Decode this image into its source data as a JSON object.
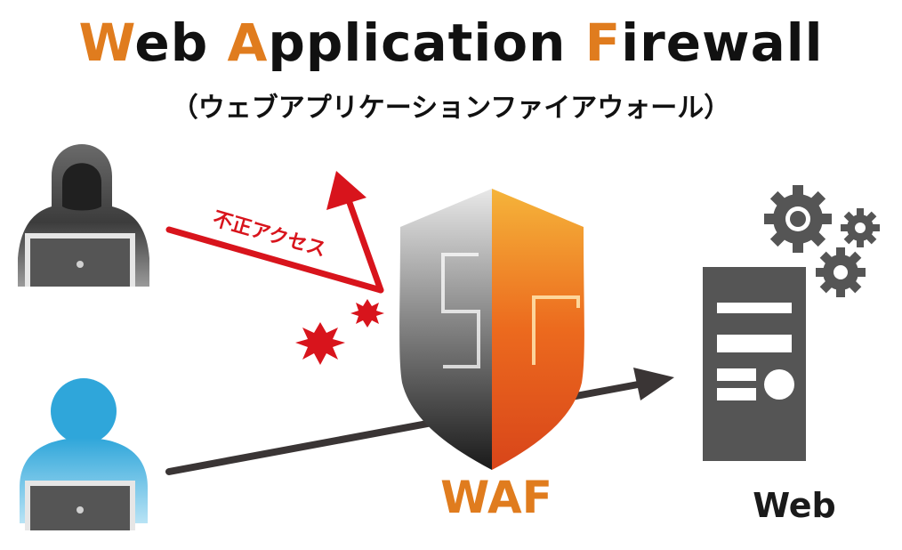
{
  "title": {
    "parts": [
      {
        "text": "W",
        "accent": true
      },
      {
        "text": "eb ",
        "accent": false
      },
      {
        "text": "A",
        "accent": true
      },
      {
        "text": "pplication ",
        "accent": false
      },
      {
        "text": "F",
        "accent": true
      },
      {
        "text": "irewall",
        "accent": false
      }
    ]
  },
  "subtitle": "（ウェブアプリケーションファイアウォール）",
  "attack_label": "不正アクセス",
  "waf_label": "WAF",
  "web_label": "Web",
  "colors": {
    "accent": "#e07c1e",
    "attack_red": "#d8141c",
    "arrow_dark": "#3a3535",
    "attacker_dark": "#4a4a4a",
    "user_blue": "#2fa6da",
    "server_gray": "#555555"
  },
  "icons": {
    "attacker": "hooded-hacker-icon",
    "user": "user-laptop-icon",
    "shield": "waf-shield-icon",
    "server": "web-server-icon",
    "gears": "gear-icon"
  }
}
